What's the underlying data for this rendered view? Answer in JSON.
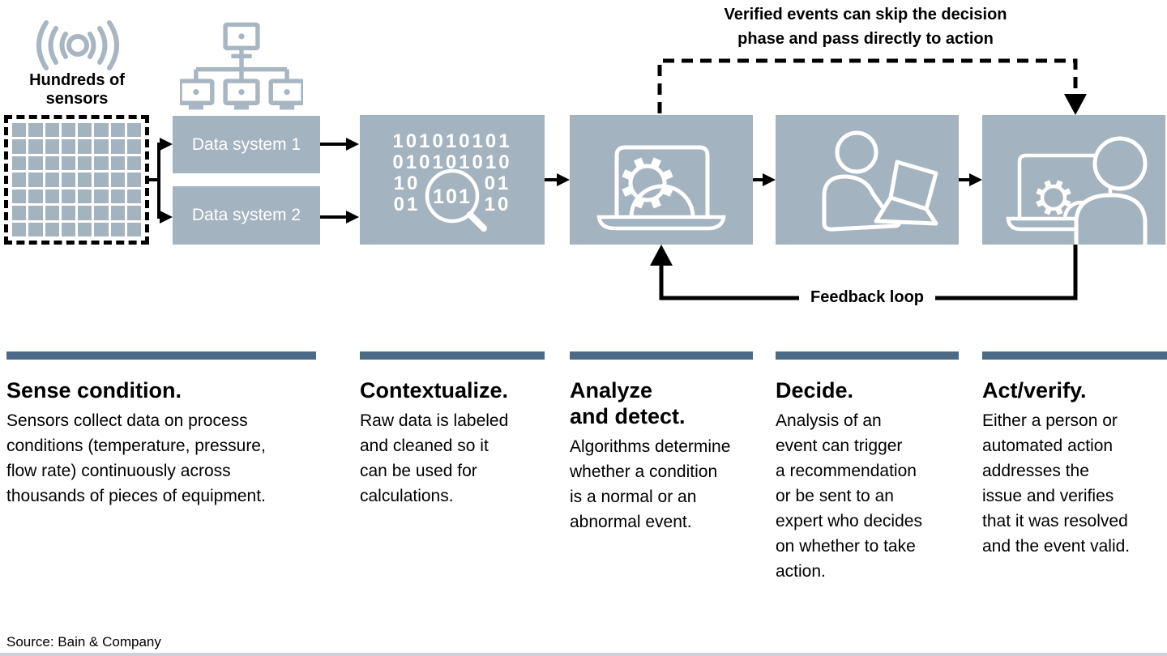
{
  "sensor_section": {
    "icon": "wireless-sensor-icon",
    "label": "Hundreds of sensors",
    "grid": {
      "rows": 7,
      "cols": 8
    }
  },
  "network_icon": "server-network-icon",
  "data_systems": [
    {
      "label": "Data system 1"
    },
    {
      "label": "Data system 2"
    }
  ],
  "annotations": {
    "skip_note": "Verified events can skip the decision\nphase and pass directly to action",
    "feedback_label": "Feedback loop"
  },
  "binary": {
    "row1": "101010101",
    "row2": "010101010",
    "row3_left": "10",
    "row3_right": "01",
    "row4_left": "01",
    "row4_right": "10",
    "lens": "101"
  },
  "steps": [
    {
      "title": "Sense condition.",
      "description": "Sensors collect data on process\nconditions (temperature, pressure,\nflow rate) continuously across\nthousands of pieces of equipment.",
      "icon": "sensor-grid-icon"
    },
    {
      "title": "Contextualize.",
      "description": "Raw data is labeled\nand cleaned so it\ncan be used for\ncalculations.",
      "icon": "binary-magnifier-icon"
    },
    {
      "title": "Analyze\nand detect.",
      "description": "Algorithms determine\nwhether a condition\nis a normal or an\nabnormal event.",
      "icon": "laptop-gear-icon"
    },
    {
      "title": "Decide.",
      "description": "Analysis of an\nevent can trigger\na recommendation\nor be sent to an\nexpert who decides\non whether to take\naction.",
      "icon": "person-laptop-icon"
    },
    {
      "title": "Act/verify.",
      "description": "Either a person or\nautomated action\naddresses the\nissue and verifies\nthat it was resolved\nand the event valid.",
      "icon": "person-laptop-gear-icon"
    }
  ],
  "footer": {
    "source": "Source: Bain & Company"
  },
  "colors": {
    "box_fill": "#a4b3c0",
    "section_bar": "#4b6a86",
    "icon_light": "#a8b6c3"
  }
}
